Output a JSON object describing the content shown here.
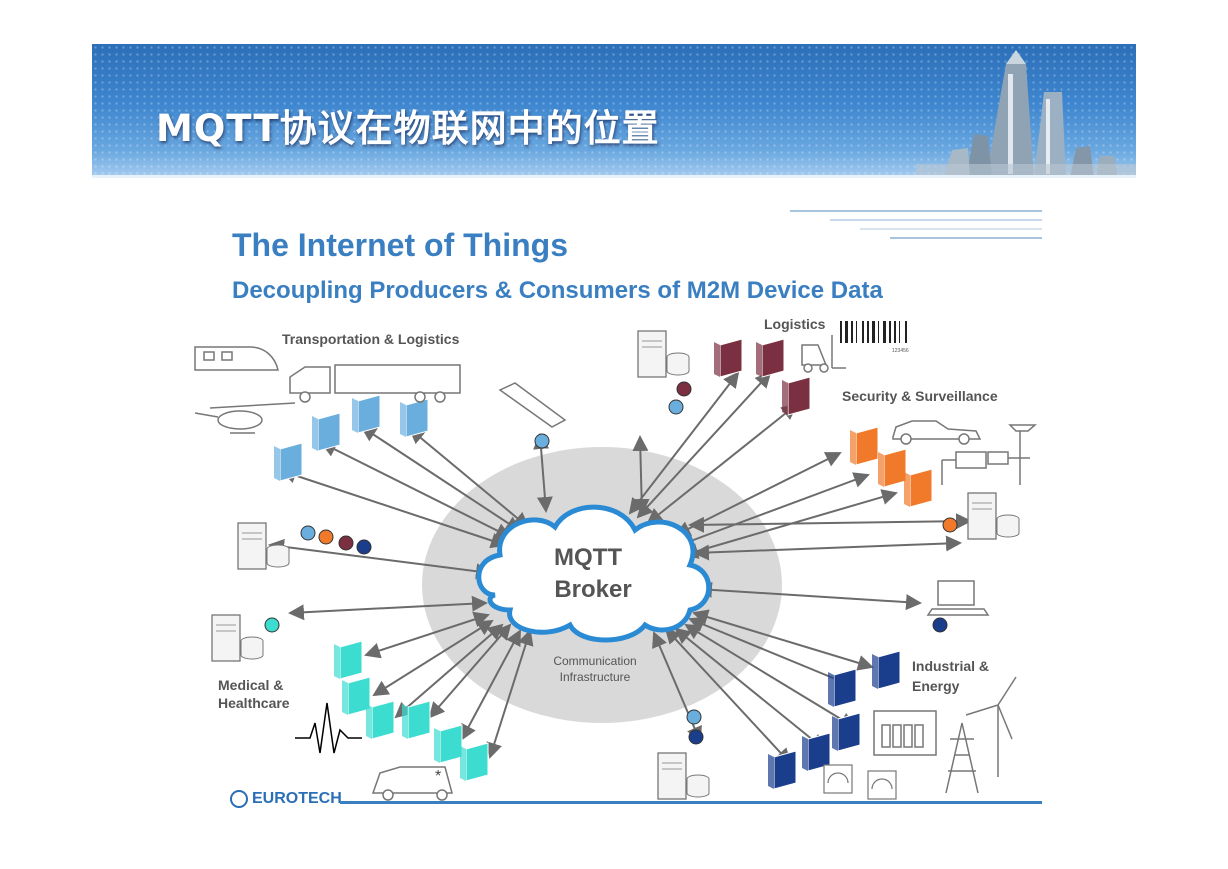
{
  "slide": {
    "title": "MQTT协议在物联网中的位置"
  },
  "figure": {
    "heading": "The Internet of Things",
    "subheading": "Decoupling Producers & Consumers of M2M Device Data",
    "broker_line1": "MQTT",
    "broker_line2": "Broker",
    "infra_line1": "Communication",
    "infra_line2": "Infrastructure",
    "groups": {
      "transportation": "Transportation & Logistics",
      "logistics": "Logistics",
      "security": "Security & Surveillance",
      "medical_line1": "Medical &",
      "medical_line2": "Healthcare",
      "industrial_line1": "Industrial &",
      "industrial_line2": "Energy"
    },
    "barcode_number": "123456",
    "logo": "EUROTECH"
  },
  "colors": {
    "blue_device": "#6aaede",
    "maroon_device": "#7a3040",
    "orange_device": "#f07a2a",
    "teal_device": "#3cdcd0",
    "navy_device": "#1a3d8c",
    "title_blue": "#3a7fc1",
    "cloud_border": "#2a8ad4"
  }
}
